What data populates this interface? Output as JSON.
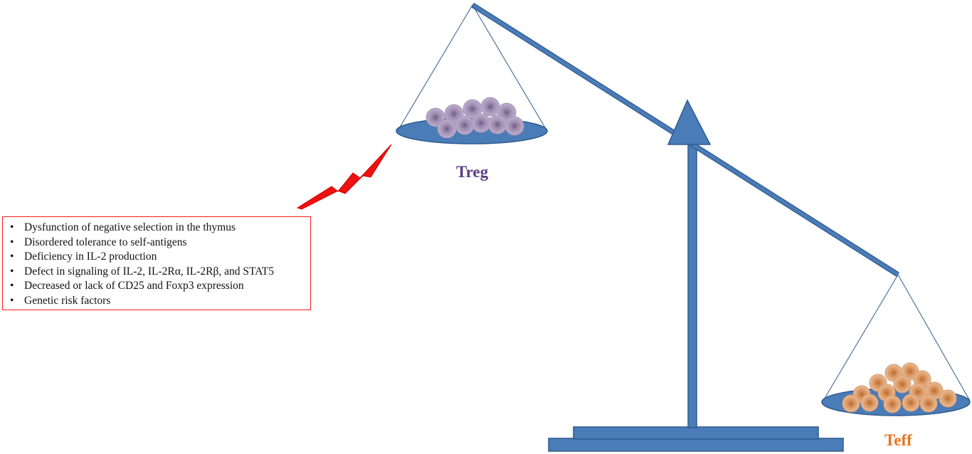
{
  "labels": {
    "treg": "Treg",
    "teff": "Teff"
  },
  "colors": {
    "scale": "#4a7cb8",
    "scale_edge": "#2f5a8e",
    "arrow": "#ee1111",
    "box_border": "#ff1a1a",
    "treg_label": "#5a3f86",
    "teff_label": "#e8741f",
    "treg_cell": "#b3a2c4",
    "teff_cell": "#e2a77a"
  },
  "causes": [
    "Dysfunction of negative selection in the thymus",
    "Disordered tolerance to self-antigens",
    "Deficiency in IL-2 production",
    "Defect in signaling of IL-2, IL-2Rα, IL-2Rβ, and STAT5",
    "Decreased or lack of CD25 and Foxp3 expression",
    "Genetic risk factors"
  ],
  "bullet_char": "•"
}
